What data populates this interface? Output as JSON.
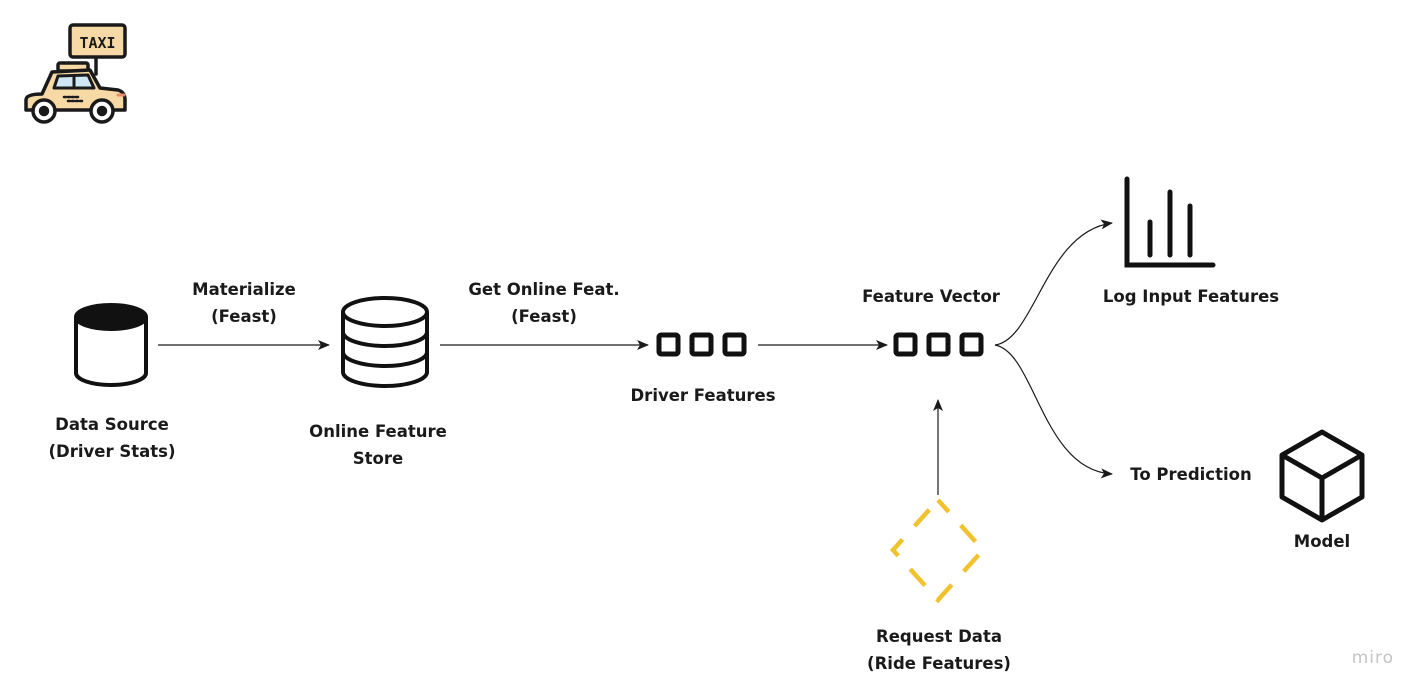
{
  "taxi": {
    "sign_text": "TAXI",
    "colors": {
      "body": "#f7d9a6",
      "sign": "#f7d9a6",
      "accent": "#e88b6a",
      "window": "#cfe6f4",
      "outline": "#1a1a1a"
    }
  },
  "nodes": {
    "data_source": {
      "line1": "Data Source",
      "line2": "(Driver Stats)",
      "icon": "cylinder-icon"
    },
    "online_store": {
      "line1": "Online Feature",
      "line2": "Store",
      "icon": "database-icon"
    },
    "driver_features": {
      "label": "Driver Features",
      "icon": "feature-squares-icon"
    },
    "feature_vector": {
      "label": "Feature Vector",
      "icon": "feature-squares-icon"
    },
    "log_features": {
      "label": "Log Input Features",
      "icon": "bar-chart-icon"
    },
    "request_data": {
      "line1": "Request Data",
      "line2": "(Ride Features)",
      "icon": "dashed-diamond-icon",
      "color": "#f2c12e"
    },
    "model": {
      "label": "Model",
      "icon": "cube-icon"
    }
  },
  "edges": {
    "materialize": {
      "line1": "Materialize",
      "line2": "(Feast)"
    },
    "get_online": {
      "line1": "Get Online Feat.",
      "line2": "(Feast)"
    },
    "to_prediction": {
      "label": "To Prediction"
    }
  },
  "brand": "miro"
}
